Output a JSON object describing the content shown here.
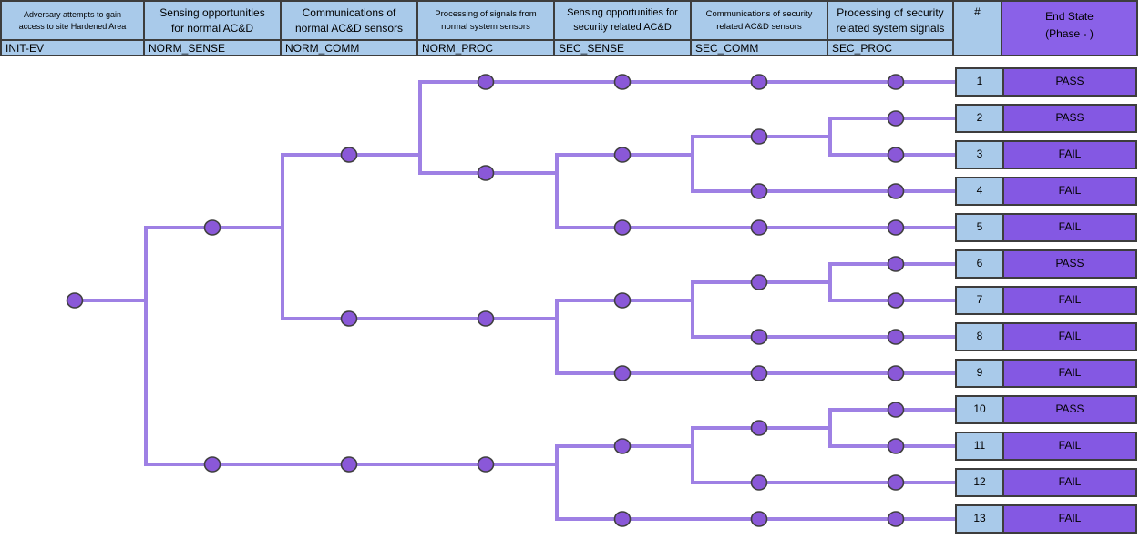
{
  "columns": [
    {
      "description": "Adversary attempts to gain\naccess to site Hardened Area",
      "label": "INIT-EV"
    },
    {
      "description": "Sensing opportunities\nfor normal AC&D",
      "label": "NORM_SENSE"
    },
    {
      "description": "Communications of\nnormal AC&D sensors",
      "label": "NORM_COMM"
    },
    {
      "description": "Processing of signals from\nnormal system sensors",
      "label": "NORM_PROC"
    },
    {
      "description": "Sensing opportunities for\nsecurity related AC&D",
      "label": "SEC_SENSE"
    },
    {
      "description": "Communications of security\nrelated AC&D sensors",
      "label": "SEC_COMM"
    },
    {
      "description": "Processing of security\nrelated system signals",
      "label": "SEC_PROC"
    }
  ],
  "hash_header": "#",
  "end_state_header": {
    "line1": "End State",
    "line2": "(Phase - )"
  },
  "rows": [
    {
      "num": "1",
      "end_state": "PASS"
    },
    {
      "num": "2",
      "end_state": "PASS"
    },
    {
      "num": "3",
      "end_state": "FAIL"
    },
    {
      "num": "4",
      "end_state": "FAIL"
    },
    {
      "num": "5",
      "end_state": "FAIL"
    },
    {
      "num": "6",
      "end_state": "PASS"
    },
    {
      "num": "7",
      "end_state": "FAIL"
    },
    {
      "num": "8",
      "end_state": "FAIL"
    },
    {
      "num": "9",
      "end_state": "FAIL"
    },
    {
      "num": "10",
      "end_state": "PASS"
    },
    {
      "num": "11",
      "end_state": "FAIL"
    },
    {
      "num": "12",
      "end_state": "FAIL"
    },
    {
      "num": "13",
      "end_state": "FAIL"
    }
  ],
  "colors": {
    "background": "#FFFFFF",
    "header_bg": "#A9CAEA",
    "cell_border": "#3D3D3D",
    "end_state_bg": "#8458E3",
    "end_state_header_bg": "#8A61E8",
    "branch_line": "#9E80E4",
    "node_fill": "#8A58D8",
    "node_outline": "#3F3F3F",
    "text": "#000000"
  }
}
